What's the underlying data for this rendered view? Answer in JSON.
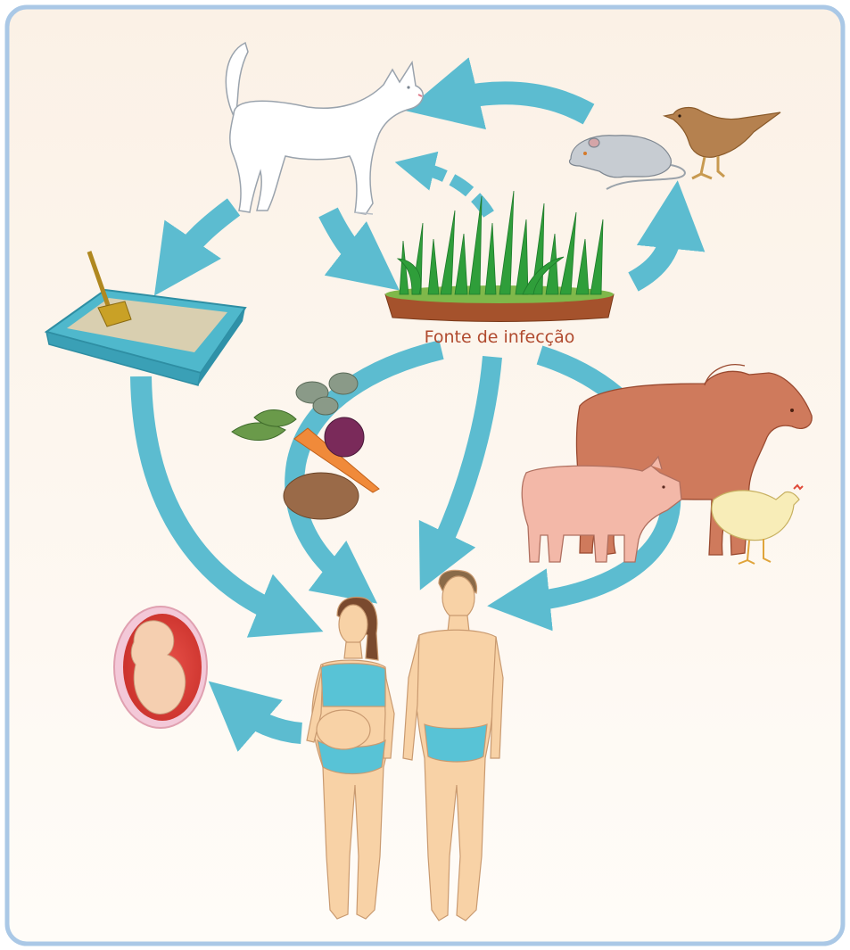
{
  "diagram": {
    "source_label": "Fonte de infecção",
    "nodes": [
      {
        "id": "cat",
        "icon": "cat-icon"
      },
      {
        "id": "litter-box",
        "icon": "litter-box-icon"
      },
      {
        "id": "soil-grass",
        "icon": "grass-soil-icon"
      },
      {
        "id": "mouse",
        "icon": "mouse-icon"
      },
      {
        "id": "bird",
        "icon": "bird-icon"
      },
      {
        "id": "vegetables",
        "icon": "vegetables-icon"
      },
      {
        "id": "cattle",
        "icon": "cow-icon"
      },
      {
        "id": "pig",
        "icon": "pig-icon"
      },
      {
        "id": "chicken",
        "icon": "chicken-icon"
      },
      {
        "id": "pregnant-woman",
        "icon": "pregnant-woman-icon"
      },
      {
        "id": "man",
        "icon": "man-icon"
      },
      {
        "id": "fetus",
        "icon": "fetus-icon"
      }
    ],
    "edges": [
      {
        "from": "cat",
        "to": "litter-box",
        "style": "solid"
      },
      {
        "from": "cat",
        "to": "soil-grass",
        "style": "solid"
      },
      {
        "from": "soil-grass",
        "to": "cat",
        "style": "dashed"
      },
      {
        "from": "soil-grass",
        "to": "mouse",
        "style": "solid"
      },
      {
        "from": "mouse",
        "to": "cat",
        "style": "solid"
      },
      {
        "from": "litter-box",
        "to": "pregnant-woman",
        "style": "solid"
      },
      {
        "from": "soil-grass",
        "to": "pregnant-woman",
        "style": "solid"
      },
      {
        "from": "soil-grass",
        "to": "man",
        "style": "solid"
      },
      {
        "from": "soil-grass",
        "to": "man",
        "style": "solid"
      },
      {
        "from": "pregnant-woman",
        "to": "fetus",
        "style": "solid"
      }
    ]
  },
  "colors": {
    "frame_border": "#aac8e6",
    "background_top": "#fbf1e6",
    "background_bottom": "#fffcf8",
    "arrow": "#5cbcd0",
    "arrow_edge": "#3a9db4",
    "label": "#b04a2e",
    "skin": "#f8d2a6",
    "swimwear": "#58c3d6"
  }
}
